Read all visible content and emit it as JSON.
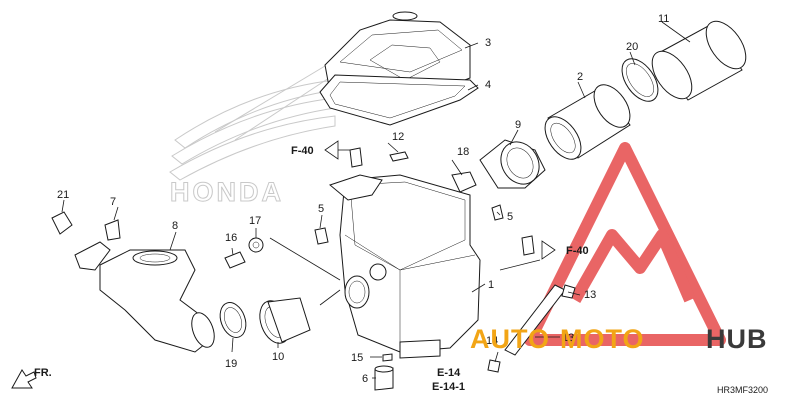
{
  "diagram": {
    "code": "HR3MF3200",
    "callouts": [
      "1",
      "2",
      "3",
      "4",
      "5",
      "5",
      "6",
      "7",
      "8",
      "9",
      "10",
      "11",
      "12",
      "13",
      "13",
      "14",
      "15",
      "16",
      "17",
      "18",
      "19",
      "20",
      "21"
    ],
    "refs": [
      "F-40",
      "F-40",
      "E-14",
      "E-14-1"
    ],
    "direction_label": "FR."
  },
  "background": {
    "honda_text": "HONDA"
  },
  "watermark": {
    "brand_a": "AUTO",
    "brand_b": "MOTO",
    "brand_c": "HUB",
    "color_accent": "#f2a516",
    "color_dark": "#3a3a3a",
    "color_logo": "#e64b4b"
  }
}
